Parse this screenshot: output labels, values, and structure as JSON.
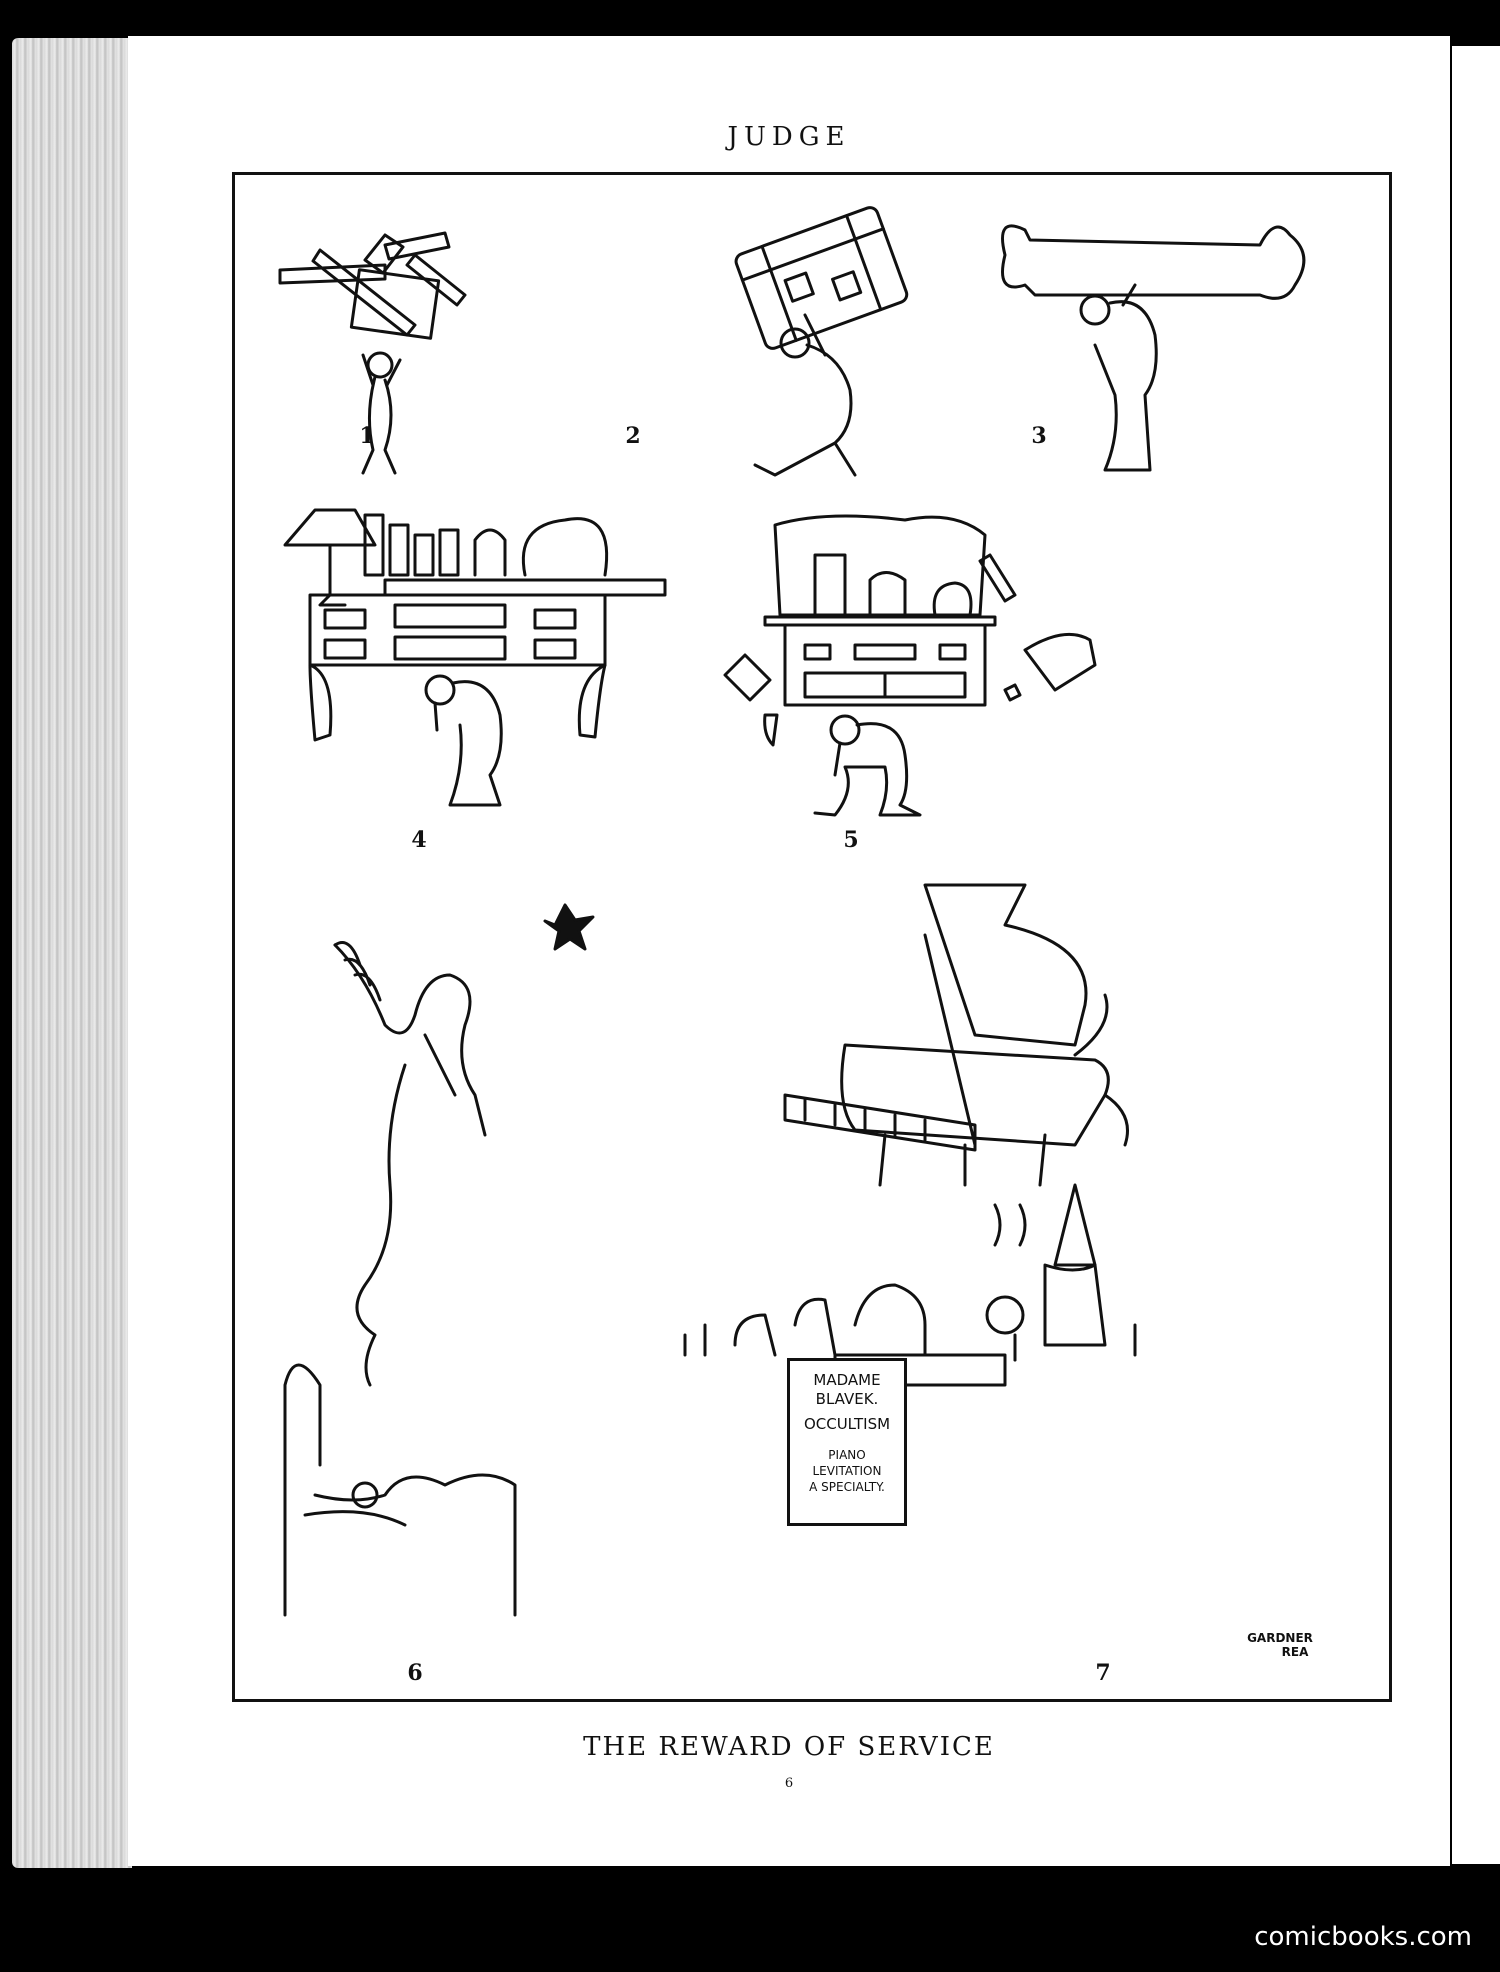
{
  "page": {
    "running_head": "JUDGE",
    "caption": "THE REWARD OF SERVICE",
    "page_number": "6",
    "signature_line1": "GARDNER",
    "signature_line2": "REA"
  },
  "panels": {
    "p1": "1",
    "p2": "2",
    "p3": "3",
    "p4": "4",
    "p5": "5",
    "p6": "6",
    "p7": "7"
  },
  "sign": {
    "line1": "MADAME",
    "line2": "BLAVEK.",
    "line3": "OCCULTISM",
    "line4": "PIANO",
    "line5": "LEVITATION",
    "line6": "A SPECIALTY."
  },
  "watermark": "comicbooks.com"
}
